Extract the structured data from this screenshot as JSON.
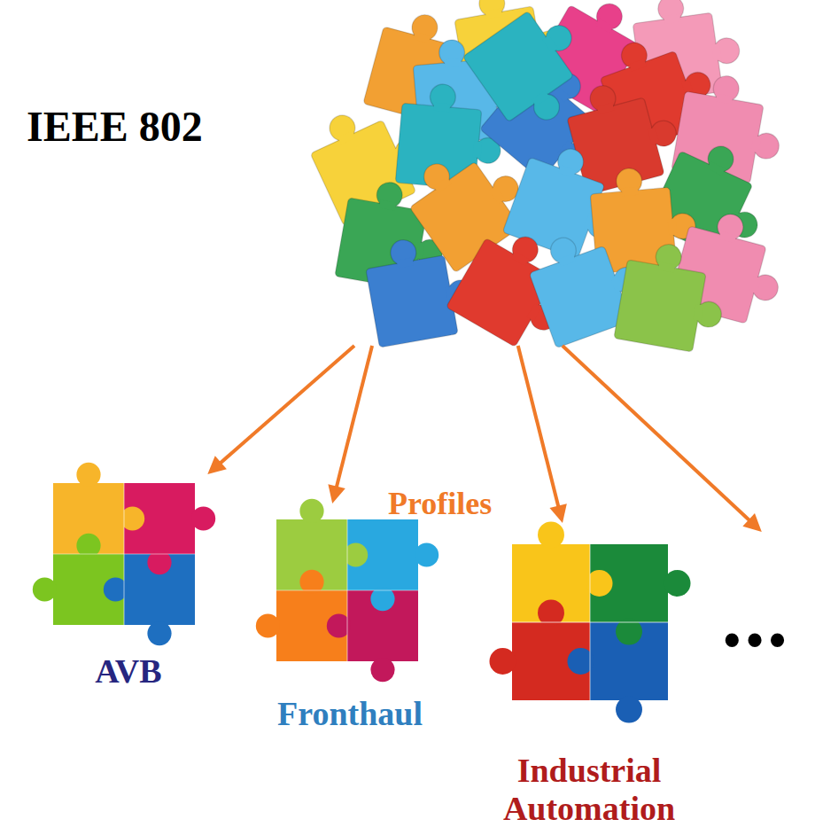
{
  "diagram": {
    "nodes": [
      {
        "text": [
          "IEEE 802"
        ]
      },
      {
        "text": [
          "AVB"
        ]
      },
      {
        "text": [
          "Fronthaul"
        ]
      },
      {
        "text": [
          "Industrial Automation"
        ]
      },
      {
        "text": [
          "•••"
        ]
      }
    ],
    "edges": [
      {
        "from": 0,
        "to": 1,
        "arrow": "to"
      },
      {
        "from": 0,
        "to": 2,
        "arrow": "to"
      },
      {
        "from": 0,
        "to": 3,
        "arrow": "to"
      },
      {
        "from": 0,
        "to": 4,
        "arrow": "to"
      }
    ],
    "labels": [
      "Profiles"
    ]
  }
}
